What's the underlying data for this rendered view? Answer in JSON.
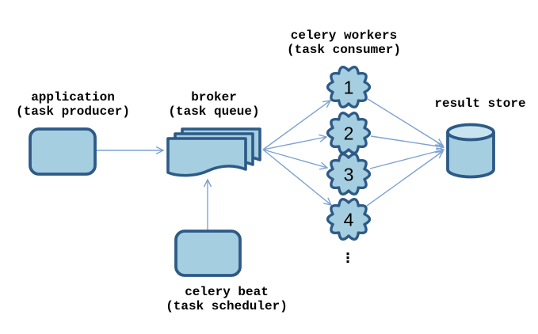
{
  "diagram": {
    "application": {
      "title": "application",
      "subtitle": "(task producer)"
    },
    "broker": {
      "title": "broker",
      "subtitle": "(task queue)"
    },
    "workers": {
      "title": "celery workers",
      "subtitle": "(task consumer)",
      "badges": [
        "1",
        "2",
        "3",
        "4"
      ],
      "more": "⋮"
    },
    "result_store": {
      "title": "result store"
    },
    "celery_beat": {
      "title": "celery beat",
      "subtitle": "(task scheduler)"
    },
    "edges": [
      {
        "from": "application",
        "to": "broker"
      },
      {
        "from": "celery beat",
        "to": "broker"
      },
      {
        "from": "broker",
        "to": "worker 1"
      },
      {
        "from": "broker",
        "to": "worker 2"
      },
      {
        "from": "broker",
        "to": "worker 3"
      },
      {
        "from": "broker",
        "to": "worker 4"
      },
      {
        "from": "worker 1",
        "to": "result store"
      },
      {
        "from": "worker 2",
        "to": "result store"
      },
      {
        "from": "worker 3",
        "to": "result store"
      },
      {
        "from": "worker 4",
        "to": "result store"
      }
    ],
    "colors": {
      "shape_fill": "#a5cee0",
      "cylinder_top_fill": "#c9e4ef",
      "shape_stroke": "#2d5a87",
      "arrow": "#7da2d1",
      "text": "#000000"
    }
  }
}
